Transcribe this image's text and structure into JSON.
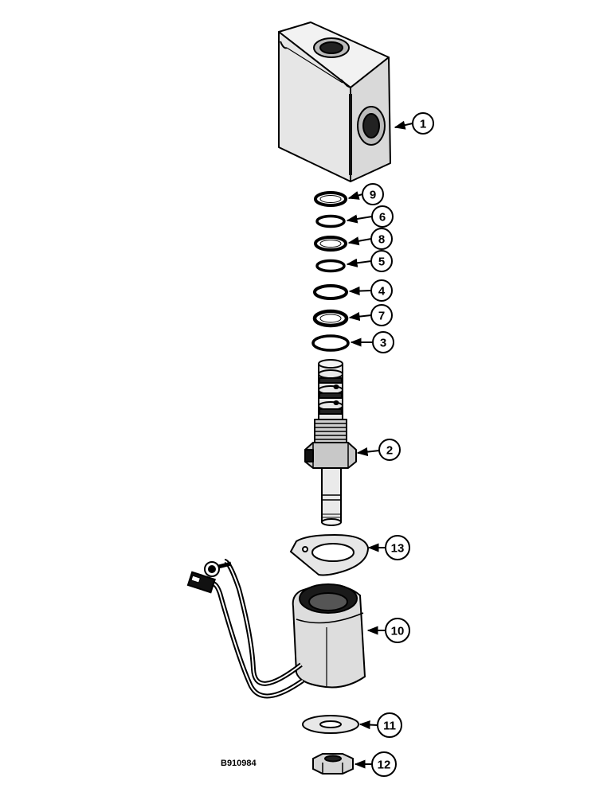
{
  "figure_ref": "B910984",
  "callouts": {
    "c1": "1",
    "c2": "2",
    "c3": "3",
    "c4": "4",
    "c5": "5",
    "c6": "6",
    "c7": "7",
    "c8": "8",
    "c9": "9",
    "c10": "10",
    "c11": "11",
    "c12": "12",
    "c13": "13"
  }
}
